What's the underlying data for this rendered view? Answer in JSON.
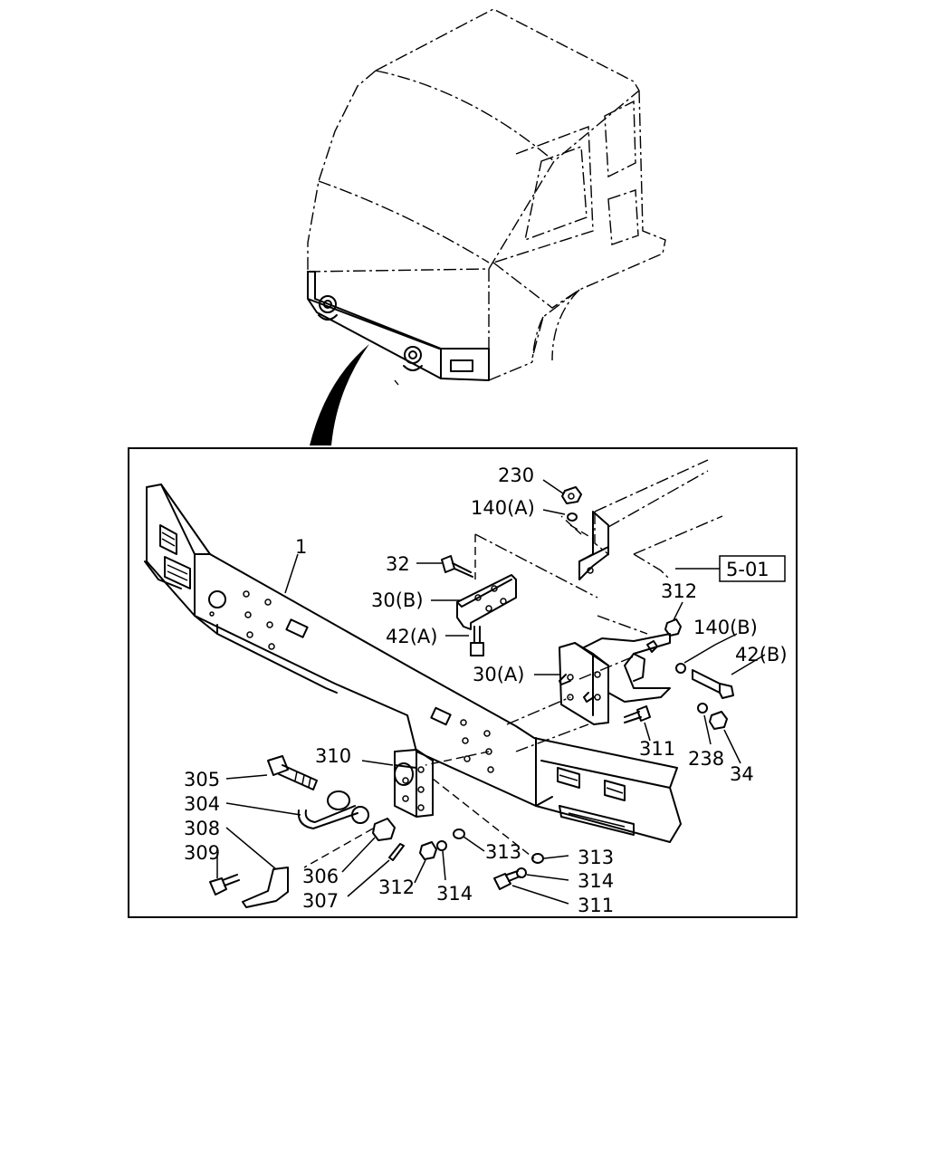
{
  "diagram": {
    "ref_box": "5-01",
    "callouts": {
      "c1": "1",
      "c230": "230",
      "c140a": "140(A)",
      "c32": "32",
      "c30b": "30(B)",
      "c42a": "42(A)",
      "c30a": "30(A)",
      "c312a": "312",
      "c140b": "140(B)",
      "c42b": "42(B)",
      "c311a": "311",
      "c238": "238",
      "c34": "34",
      "c310": "310",
      "c305": "305",
      "c304": "304",
      "c308": "308",
      "c309": "309",
      "c306": "306",
      "c307": "307",
      "c312b": "312",
      "c314a": "314",
      "c313a": "313",
      "c313b": "313",
      "c314b": "314",
      "c311b": "311"
    }
  }
}
